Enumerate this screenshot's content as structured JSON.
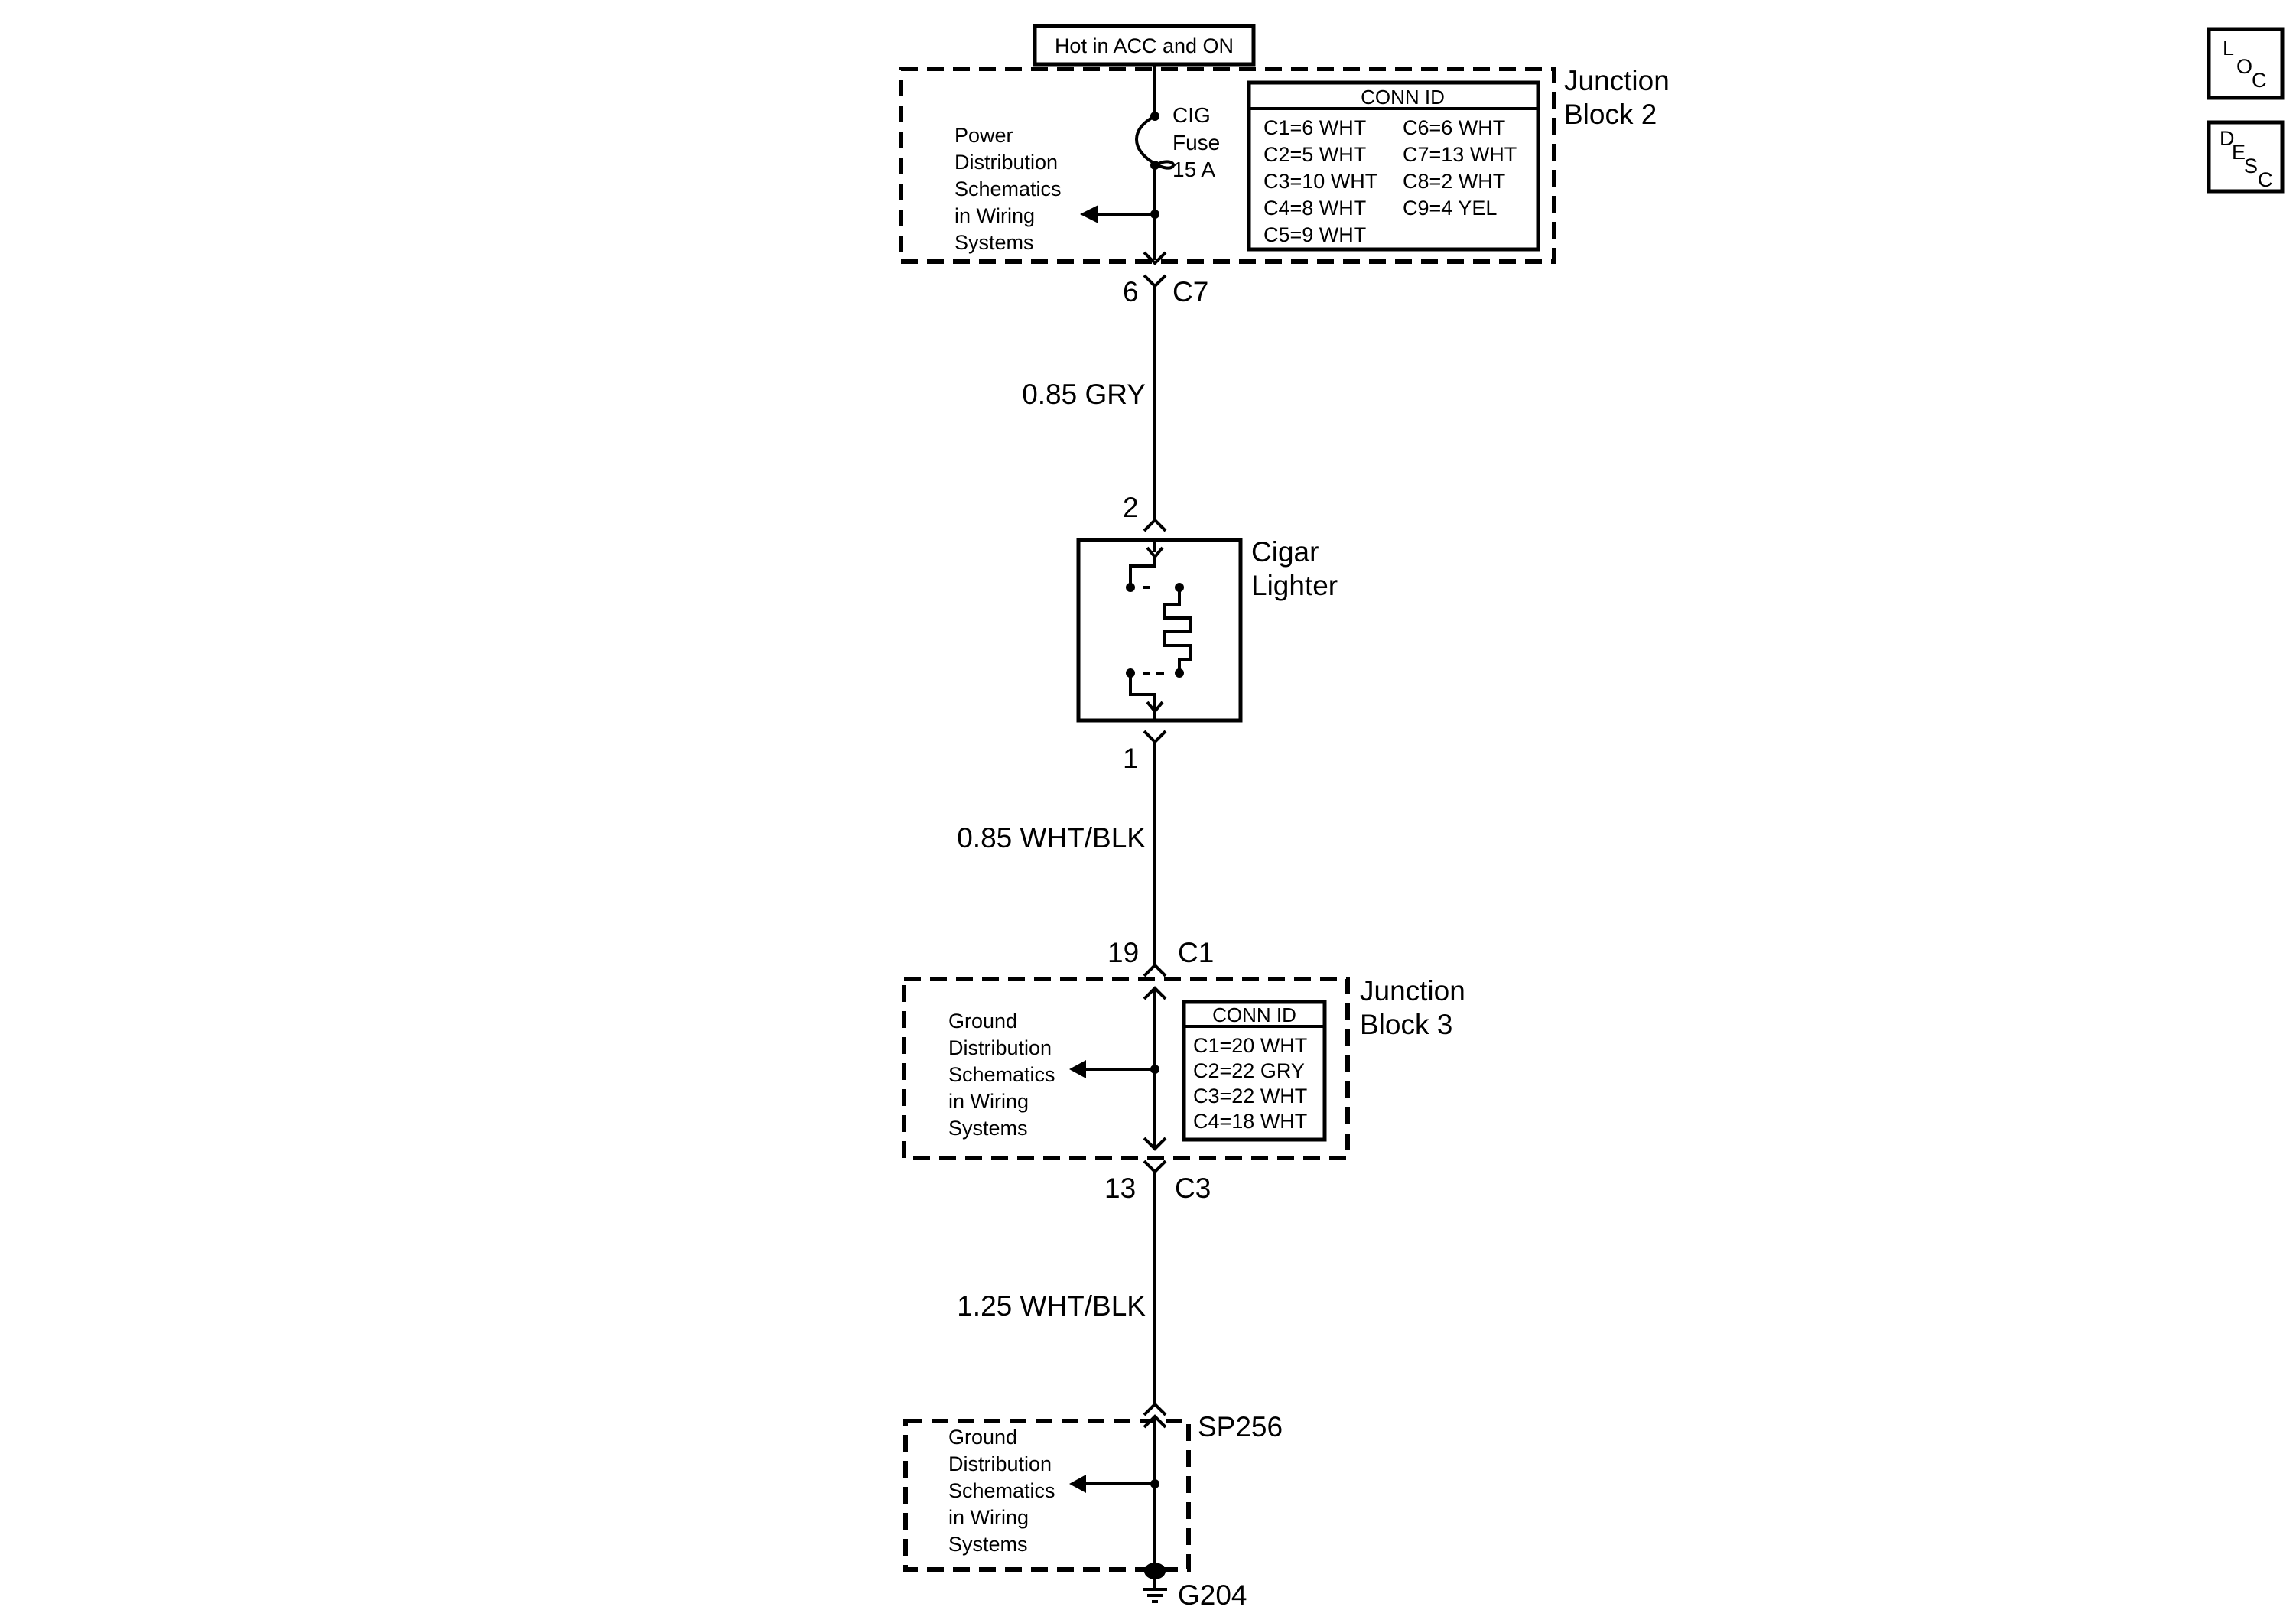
{
  "power_source": {
    "label": "Hot in ACC and ON"
  },
  "junction_block_2": {
    "title_line1": "Junction",
    "title_line2": "Block 2",
    "fuse": {
      "line1": "CIG",
      "line2": "Fuse",
      "line3": "15 A"
    },
    "ref_note": [
      "Power",
      "Distribution",
      "Schematics",
      "in Wiring",
      "Systems"
    ],
    "conn_id": {
      "header": "CONN ID",
      "left": [
        "C1=6 WHT",
        "C2=5 WHT",
        "C3=10 WHT",
        "C4=8 WHT",
        "C5=9 WHT"
      ],
      "right": [
        "C6=6 WHT",
        "C7=13 WHT",
        "C8=2 WHT",
        "C9=4 YEL"
      ]
    },
    "out_pin": "6",
    "out_connector": "C7"
  },
  "wire_1": {
    "label": "0.85 GRY"
  },
  "cigar_lighter": {
    "pin_top": "2",
    "pin_bottom": "1",
    "label_line1": "Cigar",
    "label_line2": "Lighter"
  },
  "wire_2": {
    "label": "0.85 WHT/BLK"
  },
  "junction_block_3": {
    "title_line1": "Junction",
    "title_line2": "Block 3",
    "in_pin": "19",
    "in_connector": "C1",
    "ref_note": [
      "Ground",
      "Distribution",
      "Schematics",
      "in Wiring",
      "Systems"
    ],
    "conn_id": {
      "header": "CONN ID",
      "rows": [
        "C1=20 WHT",
        "C2=22 GRY",
        "C3=22 WHT",
        "C4=18 WHT"
      ]
    },
    "out_pin": "13",
    "out_connector": "C3"
  },
  "wire_3": {
    "label": "1.25 WHT/BLK"
  },
  "splice": {
    "label": "SP256",
    "ref_note": [
      "Ground",
      "Distribution",
      "Schematics",
      "in Wiring",
      "Systems"
    ]
  },
  "ground": {
    "label": "G204"
  },
  "nav_buttons": {
    "loc": {
      "l1": "L",
      "l2": "O",
      "l3": "C"
    },
    "desc": {
      "l1": "D",
      "l2": "E",
      "l3": "S",
      "l4": "C"
    }
  }
}
